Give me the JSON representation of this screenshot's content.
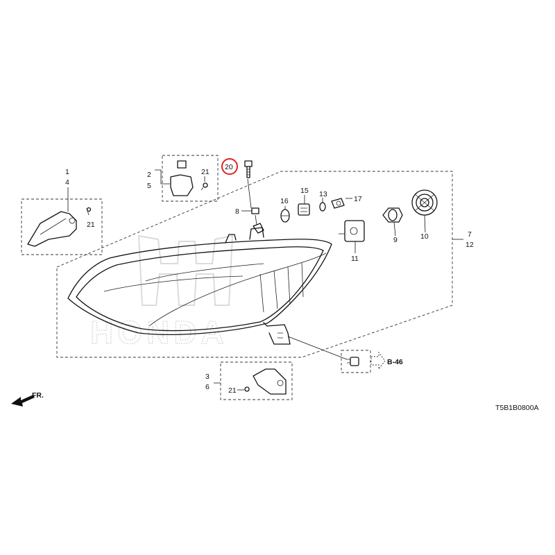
{
  "diagram": {
    "code": "T5B1B0800A",
    "ref_label": "B-46",
    "front_label": "FR.",
    "watermark": "HONDA",
    "highlighted_callout": "20"
  },
  "callouts": {
    "c1": "1",
    "c4": "4",
    "c21a": "21",
    "c2": "2",
    "c5": "5",
    "c21b": "21",
    "c20": "20",
    "c8": "8",
    "c16": "16",
    "c15": "15",
    "c13": "13",
    "c17": "17",
    "c11": "11",
    "c9": "9",
    "c10": "10",
    "c7": "7",
    "c12": "12",
    "c3": "3",
    "c6": "6",
    "c21c": "21"
  }
}
